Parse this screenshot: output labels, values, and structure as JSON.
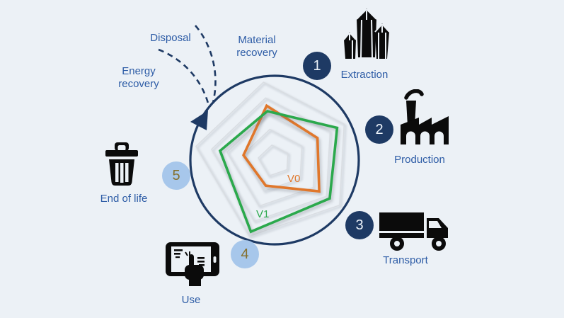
{
  "colors": {
    "background": "#ECF1F6",
    "navy": "#1E3A64",
    "label_blue": "#2D5CA6",
    "badge_dark_bg": "#1E3A64",
    "badge_dark_text": "#EDF3FA",
    "badge_light_bg": "#A7C7EB",
    "badge_light_text": "#85702E",
    "grid_gray": "#D9DDE2",
    "icon_black": "#0B0B0B"
  },
  "stages": [
    {
      "num": "1",
      "label": "Extraction",
      "icon": "minerals-icon",
      "badge_style": "dark"
    },
    {
      "num": "2",
      "label": "Production",
      "icon": "factory-icon",
      "badge_style": "dark"
    },
    {
      "num": "3",
      "label": "Transport",
      "icon": "truck-icon",
      "badge_style": "dark"
    },
    {
      "num": "4",
      "label": "Use",
      "icon": "tablet-touch-icon",
      "badge_style": "light"
    },
    {
      "num": "5",
      "label": "End of life",
      "icon": "trash-bin-icon",
      "badge_style": "light"
    }
  ],
  "flow": {
    "disposal": "Disposal",
    "material_recovery": "Material recovery",
    "energy_recovery": "Energy recovery"
  },
  "chart_data": {
    "type": "radar",
    "title": "",
    "axes": [
      "Extraction",
      "Production",
      "Transport",
      "Use",
      "End of life"
    ],
    "max": 1,
    "grid_levels": 5,
    "grid": true,
    "legend_position": "inside-data-labels",
    "series": [
      {
        "name": "V0",
        "color": "#E0772B",
        "values": [
          0.7,
          0.62,
          0.69,
          0.33,
          0.39
        ]
      },
      {
        "name": "V1",
        "color": "#2BA94C",
        "values": [
          0.63,
          0.9,
          0.85,
          0.94,
          0.69
        ]
      }
    ]
  }
}
